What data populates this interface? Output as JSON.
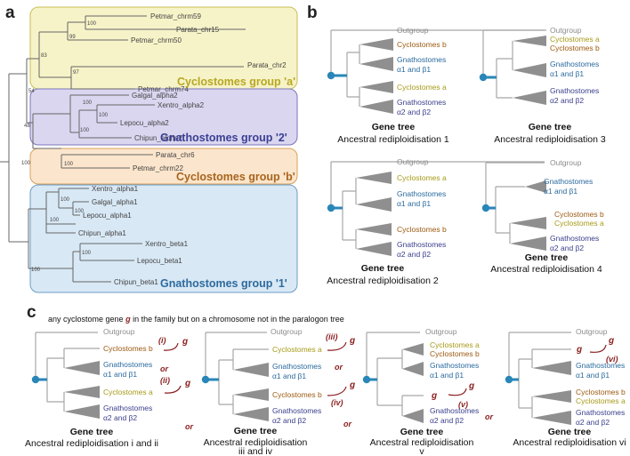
{
  "panel_labels": {
    "a": "a",
    "b": "b",
    "c": "c"
  },
  "panel_a": {
    "groups": {
      "cyclo_a": "Cyclostomes group 'a'",
      "gnatho_2": "Gnathostomes group '2'",
      "cyclo_b": "Cyclostomes group 'b'",
      "gnatho_1": "Gnathostomes group '1'"
    },
    "tips": {
      "t1": "Petmar_chrm59",
      "t2": "Parata_chr15",
      "t3": "Petmar_chrm50",
      "t4": "Parata_chr2",
      "t5": "Petmar_chrm74",
      "t6": "Galgal_alpha2",
      "t7": "Xentro_alpha2",
      "t8": "Lepocu_alpha2",
      "t9": "Chipun_alpha2",
      "t10": "Parata_chr6",
      "t11": "Petmar_chrm22",
      "t12": "Xentro_alpha1",
      "t13": "Galgal_alpha1",
      "t14": "Lepocu_alpha1",
      "t15": "Chipun_alpha1",
      "t16": "Xentro_beta1",
      "t17": "Lepocu_beta1",
      "t18": "Chipun_beta1"
    },
    "bootstrap": {
      "b1": "100",
      "b2": "99",
      "b3": "83",
      "b4": "97",
      "b5": "54",
      "b6": "100",
      "b7": "100",
      "b8": "100",
      "b9": "48",
      "b10": "100",
      "b11": "100",
      "b12": "100",
      "b13": "100",
      "b14": "100",
      "b15": "100",
      "b16": "100"
    }
  },
  "panel_b": {
    "outgroup": "Outgroup",
    "cyclostomes_a": "Cyclostomes a",
    "cyclostomes_b": "Cyclostomes b",
    "gnatho_a1b1_1": "Gnathostomes",
    "gnatho_a1b1_2": "α1 and β1",
    "gnatho_a2b2_1": "Gnathostomes",
    "gnatho_a2b2_2": "α2 and β2",
    "gene_tree": "Gene tree",
    "titles": [
      "Ancestral rediploidisation 1",
      "Ancestral rediploidisation 3",
      "Ancestral rediploidisation 2",
      "Ancestral rediploidisation 4"
    ]
  },
  "panel_c": {
    "note_pre": "any cyclostome gene",
    "note_g": "g",
    "note_post": "in the family but on a chromosome not in the paralogon tree",
    "g": "g",
    "or": "or",
    "romans": {
      "i": "(i)",
      "ii": "(ii)",
      "iii": "(iii)",
      "iv": "(iv)",
      "v": "(v)",
      "vi": "(vi)"
    },
    "titles": [
      "Ancestral rediploidisation i and ii",
      "Ancestral rediploidisation",
      "iii and iv",
      "Ancestral rediploidisation",
      "v",
      "Ancestral rediploidisation vi"
    ]
  },
  "colors": {
    "cyclo_a_box": "#f6f3c8",
    "cyclo_a_text": "#b8a722",
    "gnatho_2_box": "#dad6f0",
    "gnatho_2_text": "#3b3f93",
    "cyclo_b_box": "#fbe5cc",
    "cyclo_b_text": "#a7651e",
    "gnatho_1_box": "#d8e8f5",
    "gnatho_1_text": "#2e6a9c",
    "root_dot": "#2a86b8"
  }
}
